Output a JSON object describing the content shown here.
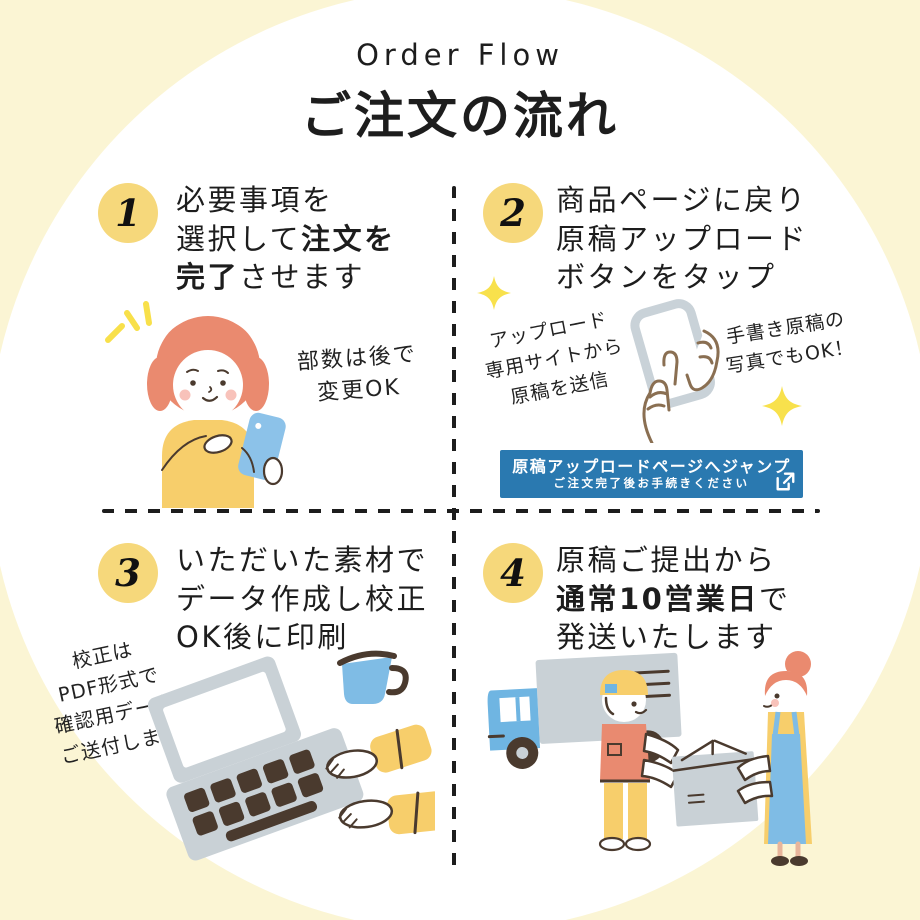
{
  "header": {
    "subtitle": "Order Flow",
    "title": "ご注文の流れ"
  },
  "step1": {
    "number": "1",
    "line1": "必要事項を",
    "line2_pre": "選択して",
    "line2_bold": "注文を",
    "line3_bold": "完了",
    "line3_post": "させます",
    "note": {
      "line1": "部数は後で",
      "line2": "変更OK"
    },
    "illustration": "woman-using-smartphone"
  },
  "step2": {
    "number": "2",
    "line1": "商品ページに戻り",
    "line2": "原稿アップロード",
    "line3": "ボタンをタップ",
    "note_left": {
      "line1": "アップロード",
      "line2": "専用サイトから",
      "line3": "原稿を送信"
    },
    "note_right": {
      "line1": "手書き原稿の",
      "line2": "写真でもOK！"
    },
    "jump_button": {
      "line1": "原稿アップロードページへジャンプ",
      "line2": "ご注文完了後お手続きください",
      "icon": "external-link-icon"
    },
    "illustration": "hands-tapping-smartphone"
  },
  "step3": {
    "number": "3",
    "line1": "いただいた素材で",
    "line2": "データ作成し校正",
    "line3": "OK後に印刷",
    "note": {
      "line1": "校正は",
      "line2": "PDF形式で",
      "line3": "確認用データ",
      "line4": "ご送付します"
    },
    "illustration": "typing-on-laptop-with-coffee"
  },
  "step4": {
    "number": "4",
    "line1": "原稿ご提出から",
    "line2_bold": "通常10営業日",
    "line2_post": "で",
    "line3": "発送いたします",
    "illustration": "delivery-truck-package-handoff"
  },
  "colors": {
    "background": "#FBF5D4",
    "circle_white": "#FFFFFF",
    "number_badge_yellow": "#F6D87B",
    "button_blue": "#2A79B0",
    "sparkle_yellow": "#F8E14C",
    "illustration_blue": "#7FBCE5",
    "illustration_coral": "#EA8A6F",
    "illustration_yellow": "#F7CE6B",
    "illustration_gray": "#C9D1D6",
    "line_dark": "#4A3A2E"
  }
}
